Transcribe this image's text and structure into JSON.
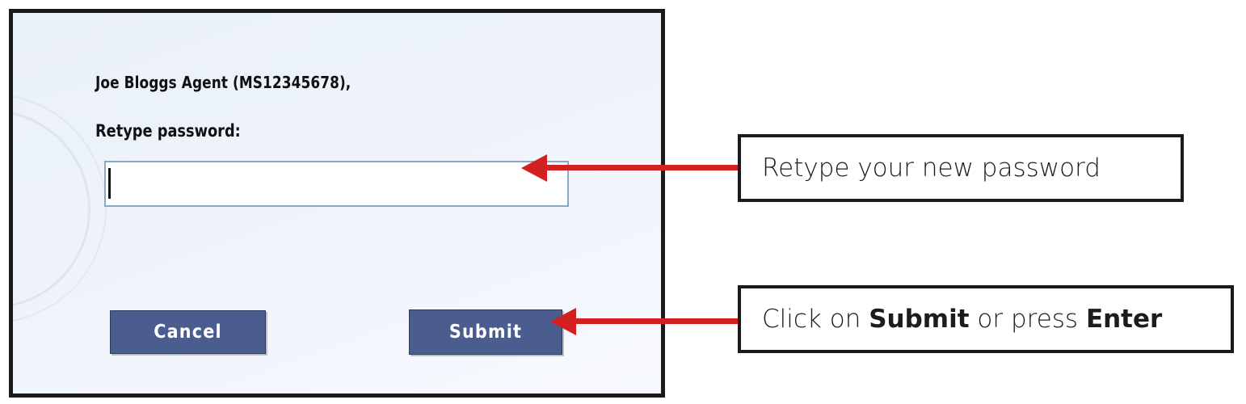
{
  "dialog": {
    "greeting": "Joe Bloggs Agent (MS12345678),",
    "field_label": "Retype password:",
    "password_value": "",
    "password_placeholder": "",
    "buttons": {
      "cancel_label": "Cancel",
      "submit_label": "Submit"
    },
    "colors": {
      "panel_background": "#eef3fb",
      "panel_border": "#1b1b1b",
      "button_background": "#4b5d8e",
      "input_border": "#8ba7c4"
    }
  },
  "annotations": [
    {
      "id": "callout-password",
      "text": "Retype your new password",
      "parts": [
        {
          "text": "Retype your new password",
          "bold": false
        }
      ],
      "points_to": "password-input",
      "arrow_color": "#d32020"
    },
    {
      "id": "callout-submit",
      "text": "Click on Submit or press Enter",
      "parts": [
        {
          "text": "Click on ",
          "bold": false
        },
        {
          "text": "Submit",
          "bold": true
        },
        {
          "text": " or press ",
          "bold": false
        },
        {
          "text": "Enter",
          "bold": true
        }
      ],
      "points_to": "submit-button",
      "arrow_color": "#d32020"
    }
  ],
  "icons": {
    "arrow_left": "arrow-left-icon",
    "text_caret": "text-caret-icon"
  }
}
